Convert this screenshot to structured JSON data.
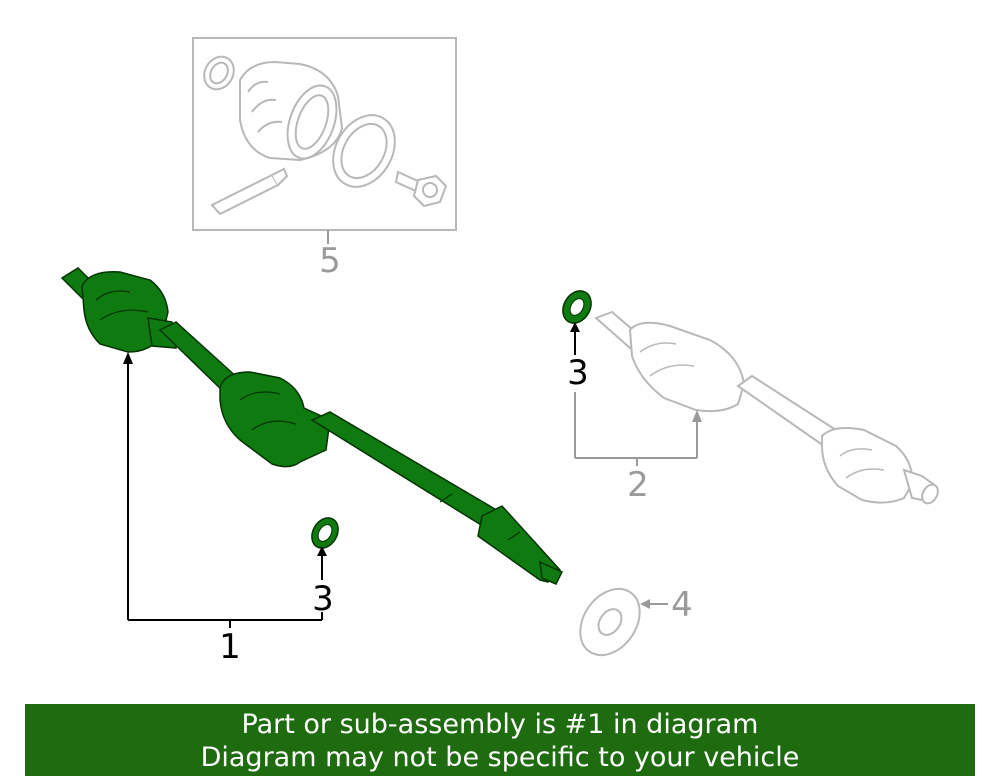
{
  "callouts": {
    "c1": "1",
    "c2": "2",
    "c3a": "3",
    "c3b": "3",
    "c4": "4",
    "c5": "5"
  },
  "banner": {
    "line1": "Part or sub-assembly is #1 in diagram",
    "line2": "Diagram may not be specific to your vehicle"
  },
  "colors": {
    "highlight": "#1f6b0f",
    "part_green": "#0f7a0f",
    "outline_gray": "#b8b8b8",
    "callout_gray": "#9a9a9a"
  }
}
